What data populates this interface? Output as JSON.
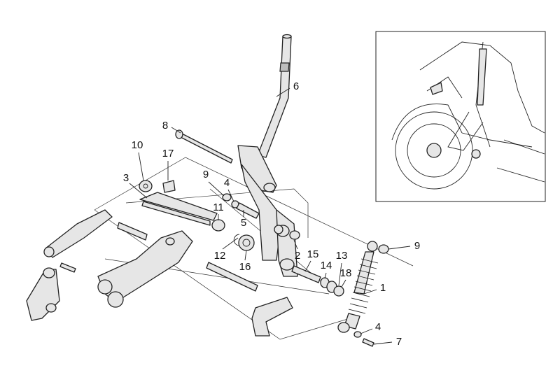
{
  "diagram": {
    "title": "Front suspension / steering column exploded view",
    "labels": [
      "6",
      "8",
      "10",
      "17",
      "3",
      "9",
      "4",
      "11",
      "5",
      "12",
      "16",
      "2",
      "15",
      "14",
      "13",
      "18",
      "9",
      "1",
      "4",
      "7"
    ]
  },
  "colors": {
    "line": "#222222",
    "part_fill": "#e6e6e6",
    "background": "#ffffff"
  }
}
